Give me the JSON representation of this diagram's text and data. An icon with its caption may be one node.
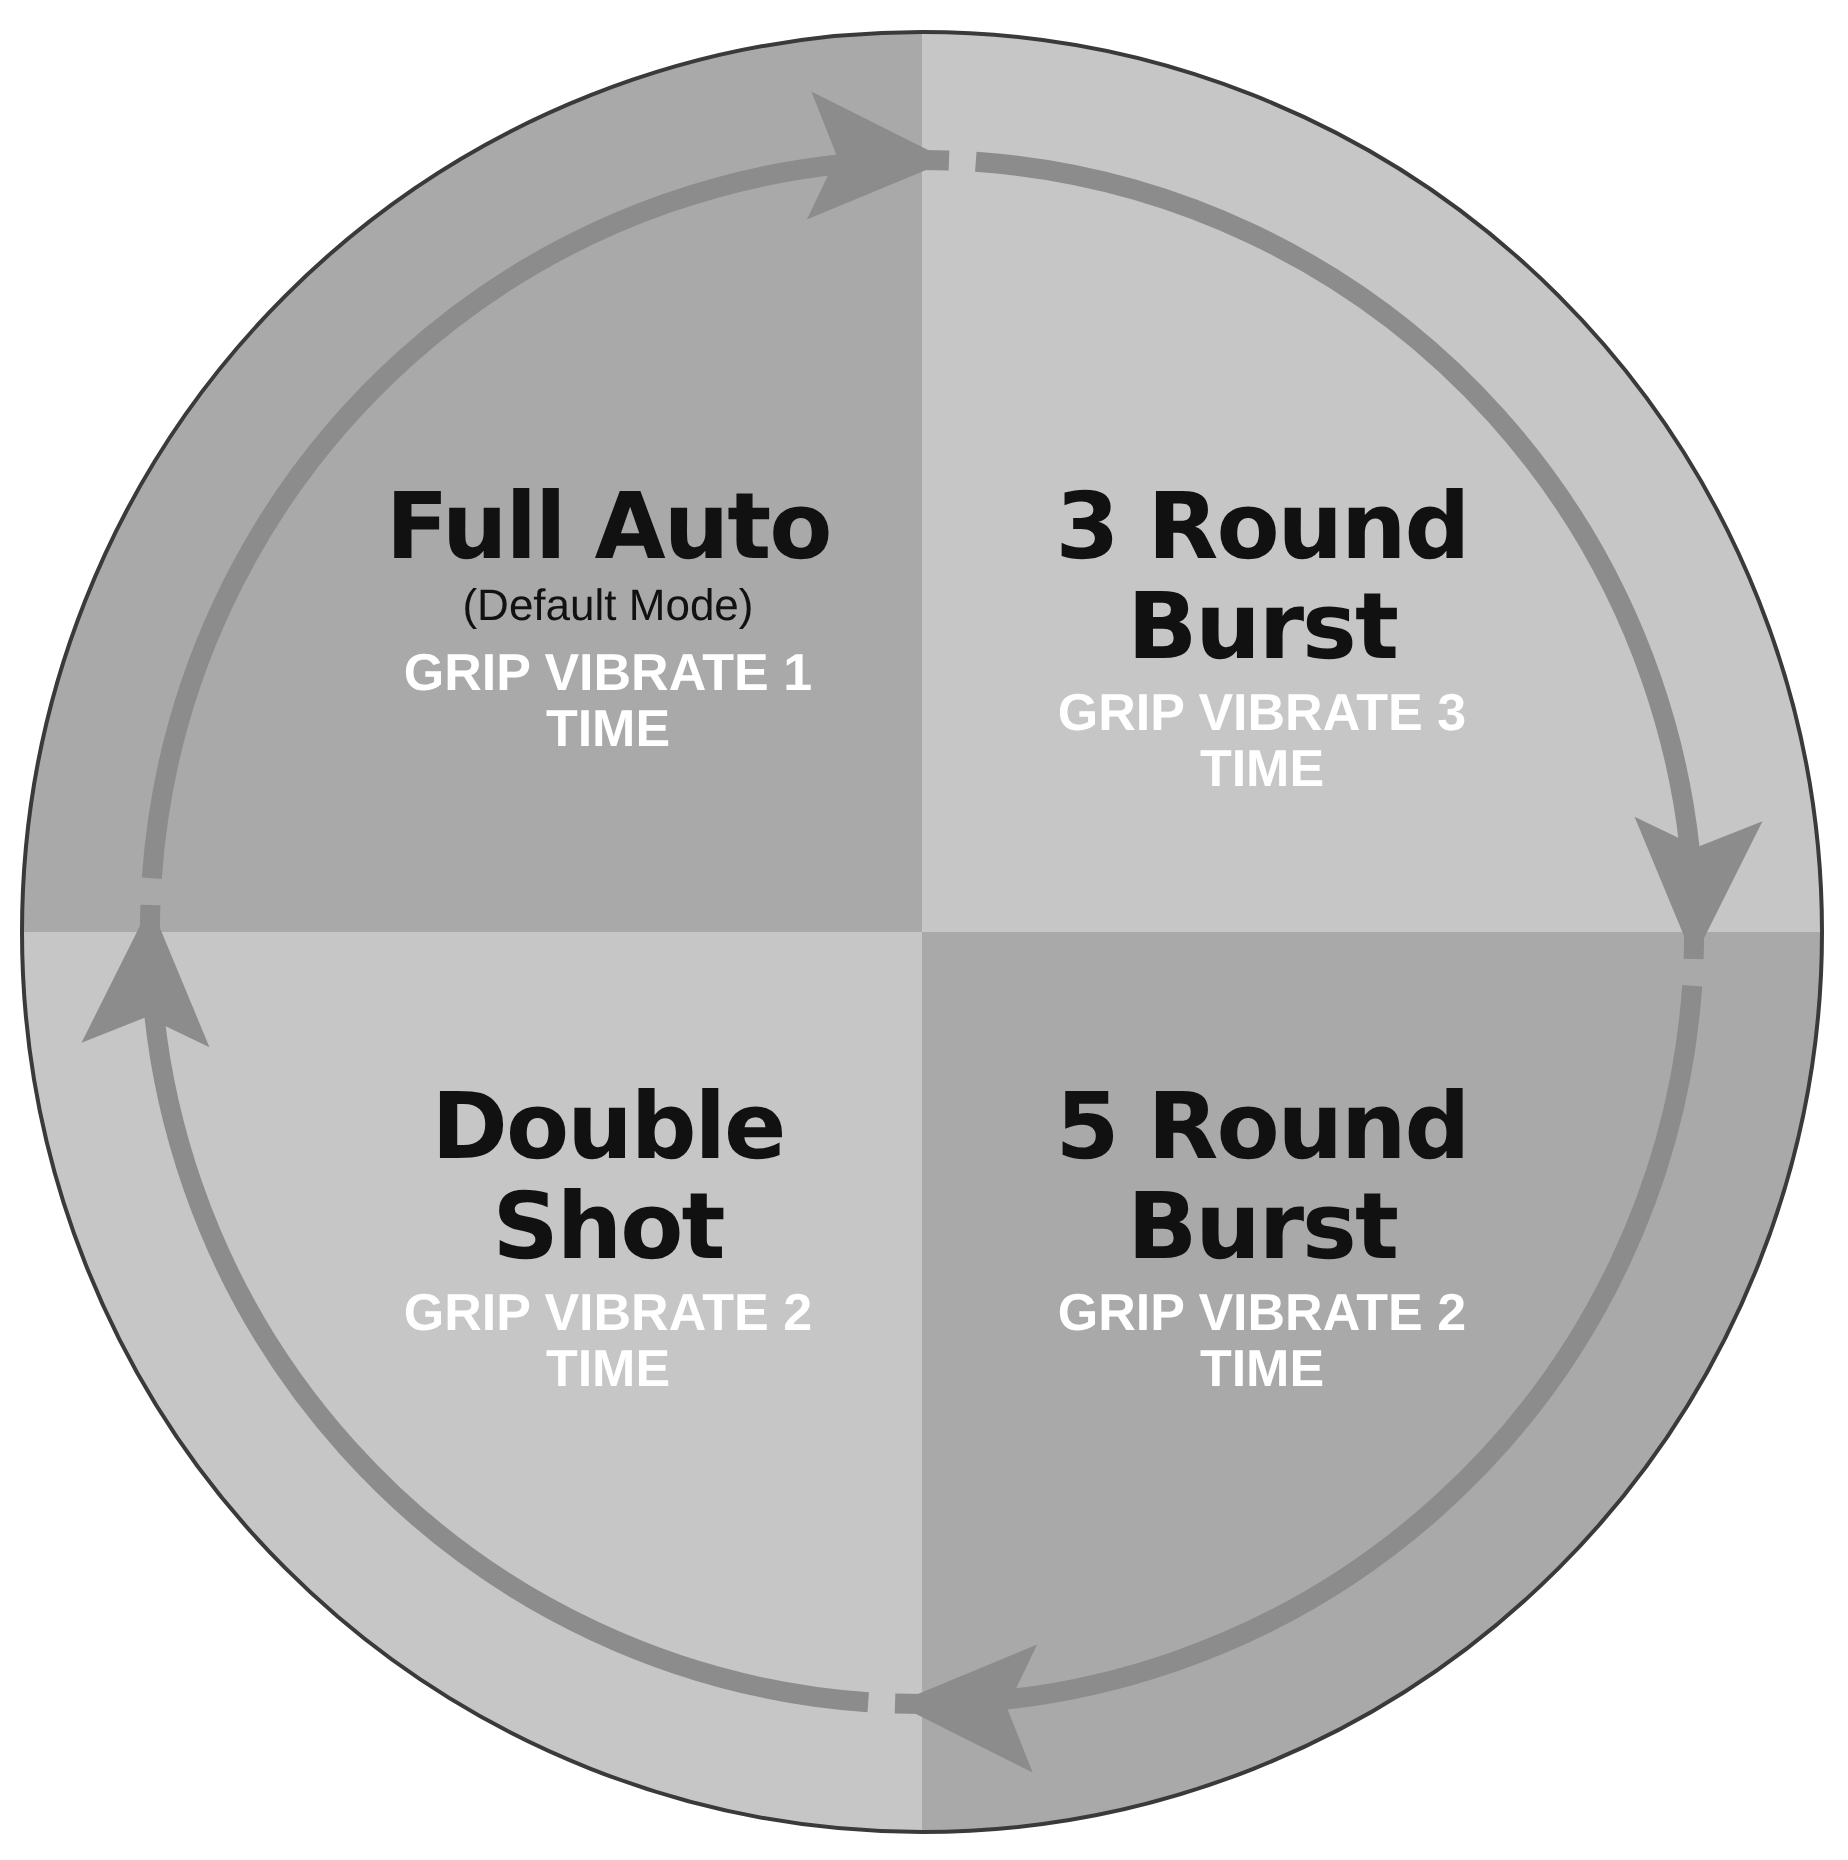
{
  "diagram": {
    "nodes": [
      {
        "text": [
          "Full Auto",
          "(Default Mode)",
          "GRIP VIBRATE 1 TIME"
        ]
      },
      {
        "text": [
          "3 Round Burst",
          "GRIP VIBRATE 3 TIME"
        ]
      },
      {
        "text": [
          "Double Shot",
          "GRIP VIBRATE 2 TIME"
        ]
      },
      {
        "text": [
          "5 Round Burst",
          "GRIP VIBRATE 2 TIME"
        ]
      }
    ],
    "edges": [
      {
        "from": 0,
        "to": 1,
        "arrow": "to"
      },
      {
        "from": 1,
        "to": 3,
        "arrow": "to"
      },
      {
        "from": 3,
        "to": 2,
        "arrow": "to"
      },
      {
        "from": 2,
        "to": 0,
        "arrow": "to"
      }
    ]
  }
}
